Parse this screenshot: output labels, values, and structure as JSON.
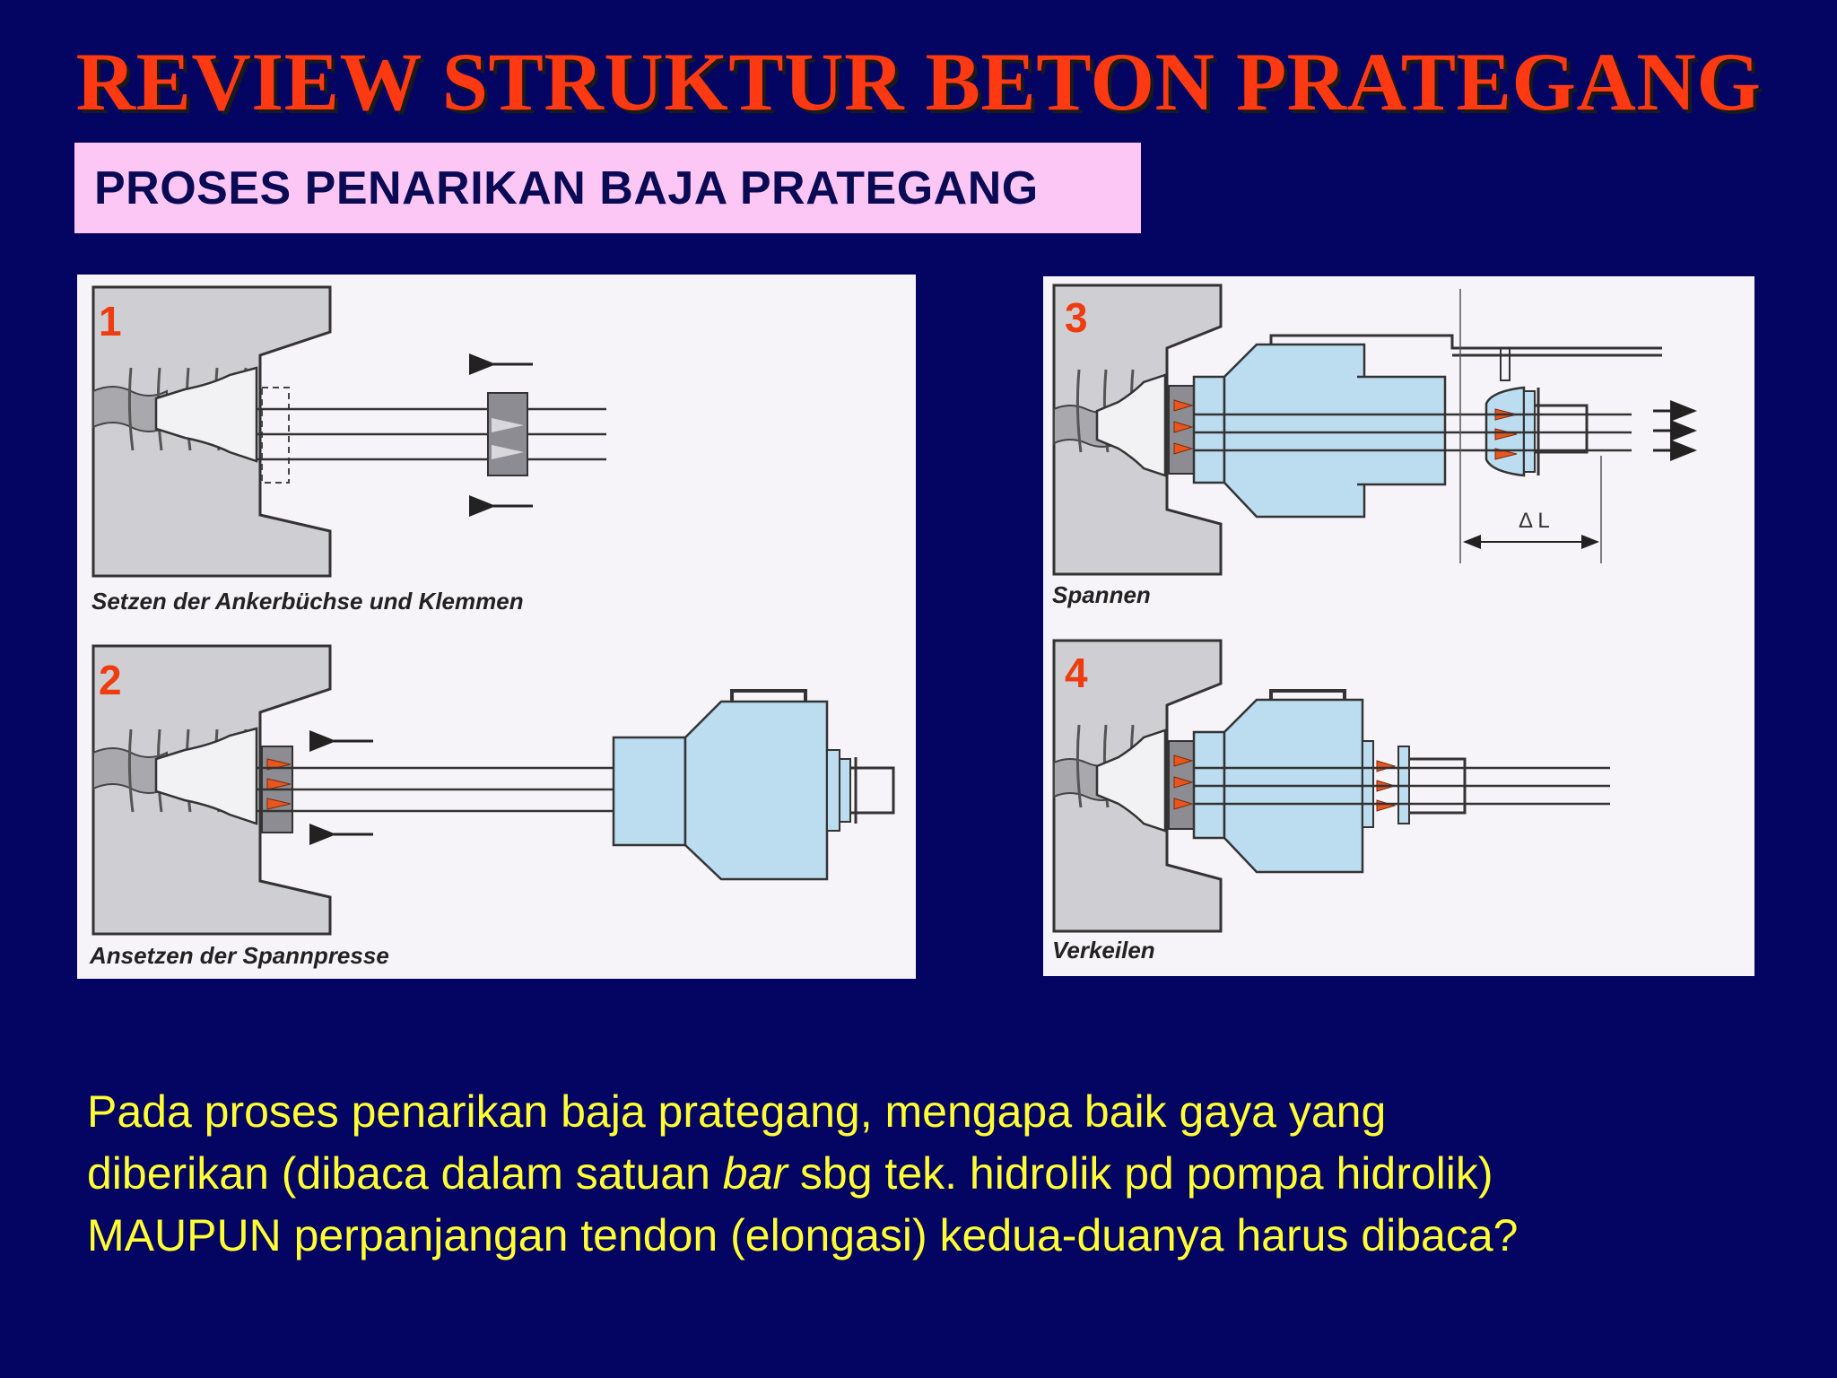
{
  "slide": {
    "title": "REVIEW STRUKTUR BETON PRATEGANG",
    "subtitle": "PROSES PENARIKAN BAJA PRATEGANG"
  },
  "figures": {
    "step1": {
      "number": "1",
      "caption": "Setzen der Ankerbüchse und Klemmen"
    },
    "step2": {
      "number": "2",
      "caption": "Ansetzen der Spannpresse"
    },
    "step3": {
      "number": "3",
      "caption": "Spannen",
      "dimension": "Δ L"
    },
    "step4": {
      "number": "4",
      "caption": "Verkeilen"
    }
  },
  "question": {
    "line1": "Pada proses penarikan baja prategang, mengapa baik gaya yang",
    "line2_before": "diberikan (dibaca dalam satuan ",
    "line2_italic": "bar",
    "line2_after": " sbg tek. hidrolik pd pompa hidrolik)",
    "line3": "MAUPUN perpanjangan tendon (elongasi) kedua-duanya harus dibaca?"
  },
  "colors": {
    "background": "#040462",
    "title": "#ff3a12",
    "subtitle_box": "#fdc7f5",
    "question_text": "#ffff33",
    "jack_blue": "#bcdcf0",
    "wedge_orange": "#e8551e",
    "concrete_gray": "#cfcfd3"
  }
}
